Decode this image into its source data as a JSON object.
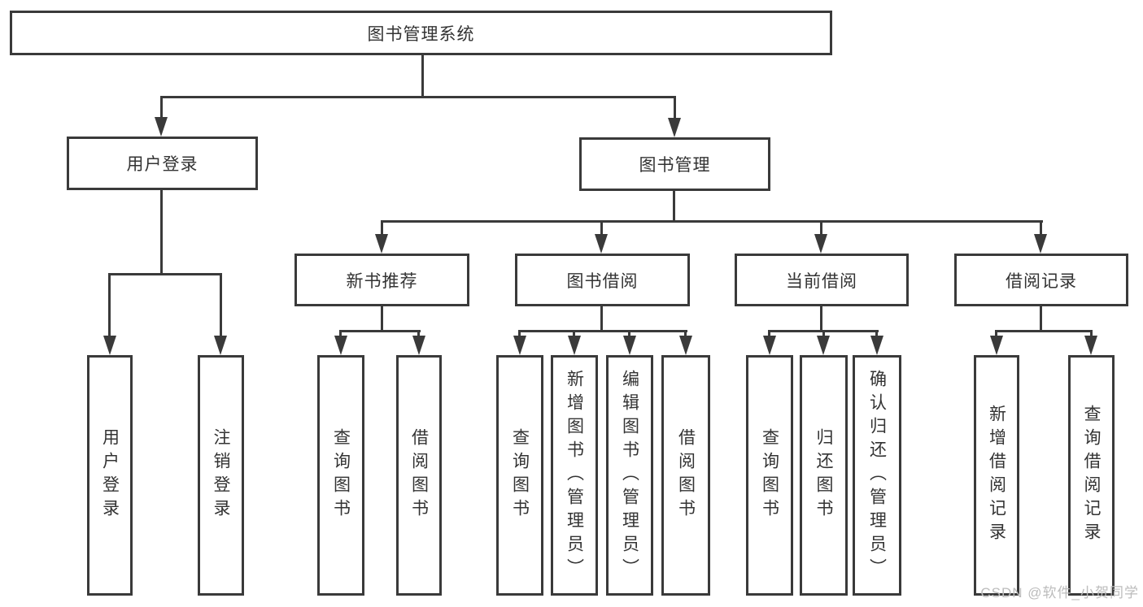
{
  "colors": {
    "line": "#3a3a3a",
    "text": "#333333",
    "watermark": "#bcbcbc",
    "background": "#ffffff"
  },
  "watermark": "CSDN @软件_小贺同学",
  "tree": {
    "root": {
      "label": "图书管理系统"
    },
    "branches": [
      {
        "label": "用户登录",
        "children": [
          "用户登录",
          "注销登录"
        ]
      },
      {
        "label": "图书管理",
        "groups": [
          {
            "label": "新书推荐",
            "children": [
              "查询图书",
              "借阅图书"
            ]
          },
          {
            "label": "图书借阅",
            "children": [
              "查询图书",
              "新增图书（管理员）",
              "编辑图书（管理员）",
              "借阅图书"
            ]
          },
          {
            "label": "当前借阅",
            "children": [
              "查询图书",
              "归还图书",
              "确认归还（管理员）"
            ]
          },
          {
            "label": "借阅记录",
            "children": [
              "新增借阅记录",
              "查询借阅记录"
            ]
          }
        ]
      }
    ]
  }
}
